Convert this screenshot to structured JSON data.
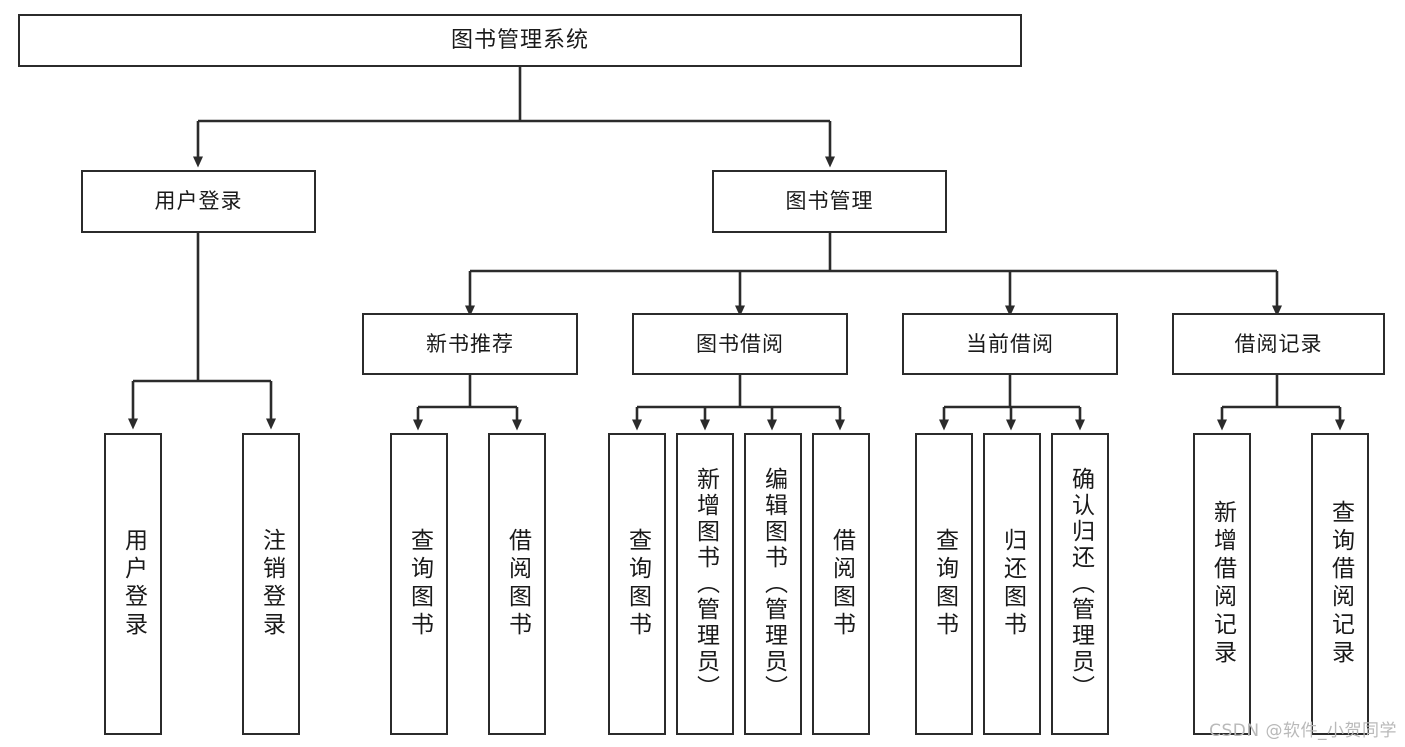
{
  "diagram": {
    "title": "图书管理系统",
    "type": "tree",
    "root": {
      "label": "图书管理系统"
    },
    "level2": [
      {
        "label": "用户登录"
      },
      {
        "label": "图书管理"
      }
    ],
    "level3": [
      {
        "label": "新书推荐"
      },
      {
        "label": "图书借阅"
      },
      {
        "label": "当前借阅"
      },
      {
        "label": "借阅记录"
      }
    ],
    "leaves": {
      "user_login": [
        {
          "label": "用户登录"
        },
        {
          "label": "注销登录"
        }
      ],
      "new_book_recommend": [
        {
          "label": "查询图书"
        },
        {
          "label": "借阅图书"
        }
      ],
      "book_borrow": [
        {
          "label": "查询图书"
        },
        {
          "label": "新增图书（管理员）"
        },
        {
          "label": "编辑图书（管理员）"
        },
        {
          "label": "借阅图书"
        }
      ],
      "current_borrow": [
        {
          "label": "查询图书"
        },
        {
          "label": "归还图书"
        },
        {
          "label": "确认归还（管理员）"
        }
      ],
      "borrow_record": [
        {
          "label": "新增借阅记录"
        },
        {
          "label": "查询借阅记录"
        }
      ]
    }
  },
  "watermark": {
    "text": "CSDN @软件_小贺同学"
  },
  "colors": {
    "stroke": "#2b2b2b",
    "box_fill": "#ffffff",
    "text": "#1a1a1a",
    "watermark": "#b9b9b9",
    "background": "#ffffff"
  }
}
